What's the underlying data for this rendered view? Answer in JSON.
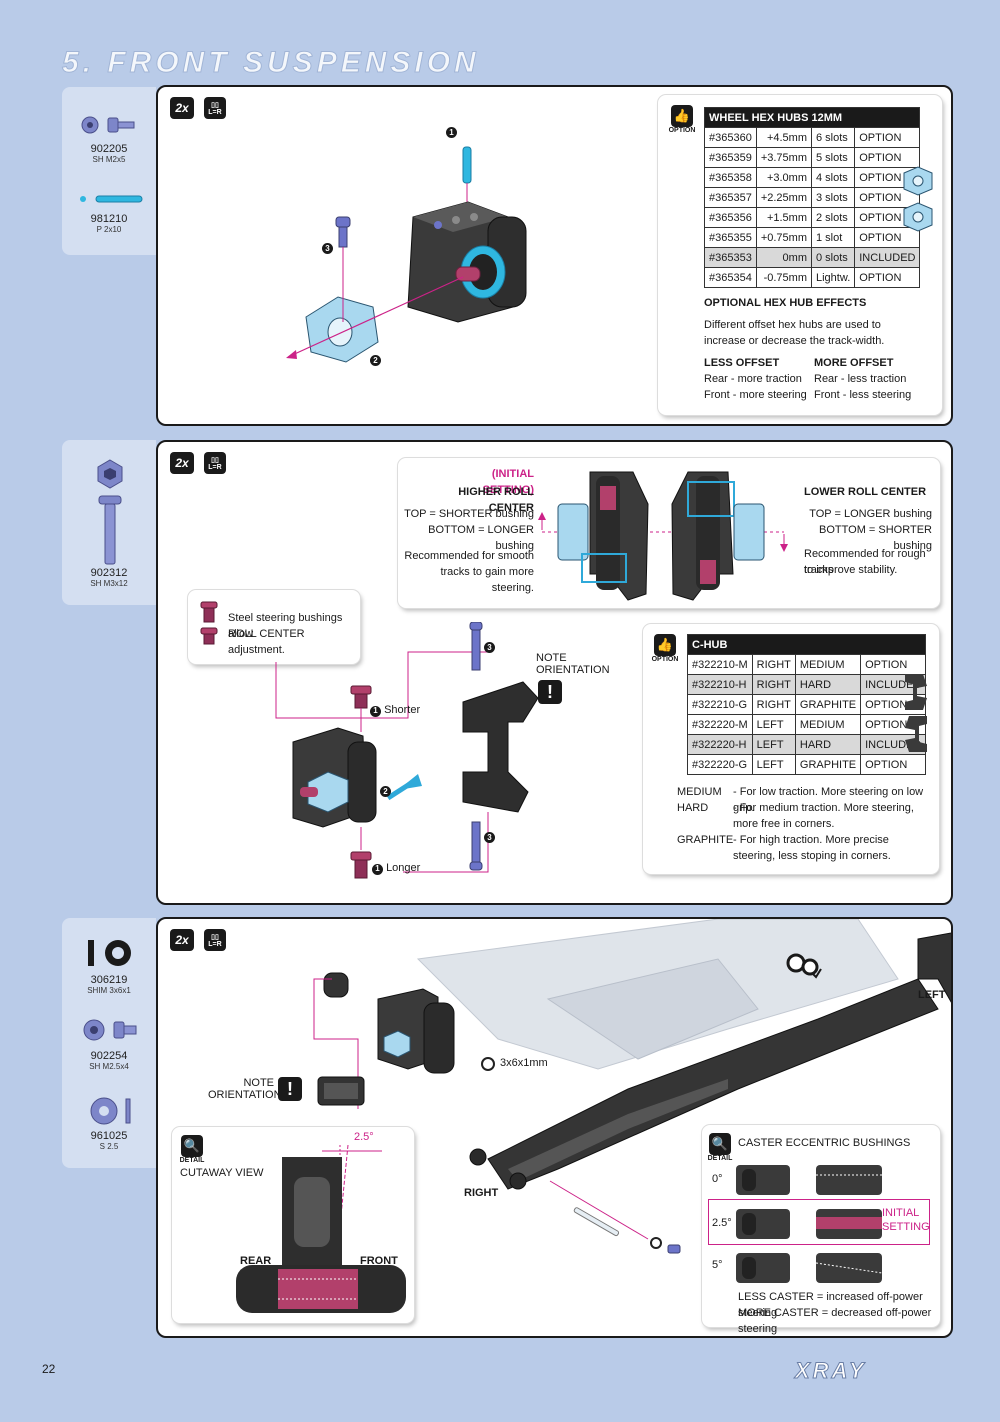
{
  "page": {
    "title": "5. FRONT SUSPENSION",
    "number": "22",
    "logo": "XRAY"
  },
  "badges": {
    "qty": "2x",
    "lr": "L=R"
  },
  "step1": {
    "parts": [
      {
        "code": "902205",
        "name": "SH M2x5"
      },
      {
        "code": "981210",
        "name": "P 2x10"
      }
    ],
    "callouts": [
      "1",
      "2",
      "3"
    ],
    "option_label": "OPTION",
    "table": {
      "header": "WHEEL HEX HUBS 12MM",
      "rows": [
        [
          "#365360",
          "+4.5mm",
          "6 slots",
          "OPTION"
        ],
        [
          "#365359",
          "+3.75mm",
          "5 slots",
          "OPTION"
        ],
        [
          "#365358",
          "+3.0mm",
          "4 slots",
          "OPTION"
        ],
        [
          "#365357",
          "+2.25mm",
          "3 slots",
          "OPTION"
        ],
        [
          "#365356",
          "+1.5mm",
          "2 slots",
          "OPTION"
        ],
        [
          "#365355",
          "+0.75mm",
          "1 slot",
          "OPTION"
        ],
        [
          "#365353",
          "0mm",
          "0 slots",
          "INCLUDED"
        ],
        [
          "#365354",
          "-0.75mm",
          "Lightw.",
          "OPTION"
        ]
      ]
    },
    "effects_title": "OPTIONAL HEX HUB EFFECTS",
    "effects_text": "Different offset hex hubs are used to increase or decrease the track-width.",
    "less_title": "LESS OFFSET",
    "less_lines": [
      "Rear - more traction",
      "Front - more steering"
    ],
    "more_title": "MORE OFFSET",
    "more_lines": [
      "Rear - less traction",
      "Front - less steering"
    ]
  },
  "step2": {
    "parts": [
      {
        "code": "902312",
        "name": "SH M3x12"
      }
    ],
    "roll": {
      "initial": "(INITIAL SETTING)",
      "high_title": "HIGHER ROLL CENTER",
      "high_lines": [
        "TOP = SHORTER bushing",
        "BOTTOM = LONGER bushing"
      ],
      "high_note": [
        "Recommended for smooth",
        "tracks to gain more steering."
      ],
      "low_title": "LOWER ROLL CENTER",
      "low_lines": [
        "TOP = LONGER bushing",
        "BOTTOM = SHORTER bushing"
      ],
      "low_note": [
        "Recommended for rough tracks",
        "to improve stability."
      ]
    },
    "steel_note": [
      "Steel steering bushings allow",
      "ROLL CENTER adjustment."
    ],
    "shorter": "Shorter",
    "longer": "Longer",
    "note_orientation": [
      "NOTE",
      "ORIENTATION"
    ],
    "option_label": "OPTION",
    "table": {
      "header": "C-HUB",
      "rows": [
        [
          "#322210-M",
          "RIGHT",
          "MEDIUM",
          "OPTION"
        ],
        [
          "#322210-H",
          "RIGHT",
          "HARD",
          "INCLUDED"
        ],
        [
          "#322210-G",
          "RIGHT",
          "GRAPHITE",
          "OPTION"
        ],
        [
          "#322220-M",
          "LEFT",
          "MEDIUM",
          "OPTION"
        ],
        [
          "#322220-H",
          "LEFT",
          "HARD",
          "INCLUDED"
        ],
        [
          "#322220-G",
          "LEFT",
          "GRAPHITE",
          "OPTION"
        ]
      ]
    },
    "materials": [
      {
        "k": "MEDIUM",
        "v": "- For low traction. More steering on low grip."
      },
      {
        "k": "HARD",
        "v": "- For medium traction. More steering, more free in corners."
      },
      {
        "k": "GRAPHITE",
        "v": "- For high traction. More precise steering, less stoping in corners."
      }
    ]
  },
  "step3": {
    "parts": [
      {
        "code": "306219",
        "name": "SHIM 3x6x1"
      },
      {
        "code": "902254",
        "name": "SH M2.5x4"
      },
      {
        "code": "961025",
        "name": "S 2.5"
      }
    ],
    "shim_label": "3x6x1mm",
    "note_orientation": [
      "NOTE",
      "ORIENTATION"
    ],
    "detail_label": "DETAIL",
    "cutaway_title": "CUTAWAY VIEW",
    "angle": "2.5°",
    "rear": "REAR",
    "front": "FRONT",
    "left": "LEFT",
    "right": "RIGHT",
    "caster": {
      "title": "CASTER ECCENTRIC BUSHINGS",
      "settings": [
        "0°",
        "2.5°",
        "5°"
      ],
      "initial": [
        "INITIAL",
        "SETTING"
      ],
      "notes": [
        "LESS CASTER = increased off-power steering",
        "MORE CASTER = decreased off-power steering"
      ]
    }
  },
  "colors": {
    "accent": "#cc2288",
    "blue": "#3a9fd6",
    "dark": "#2b2b2b"
  }
}
